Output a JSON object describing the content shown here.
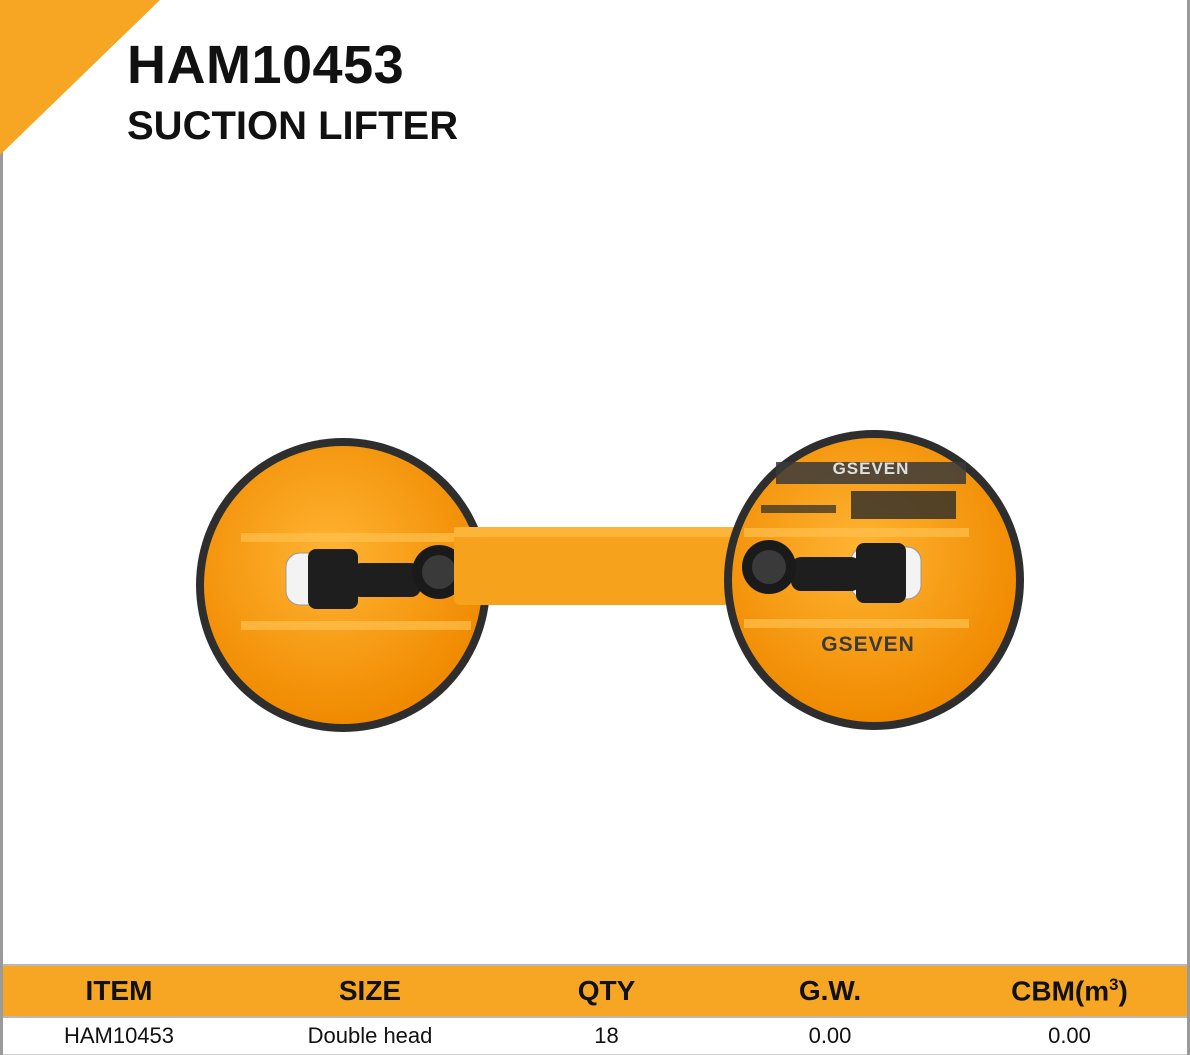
{
  "header": {
    "product_code": "HAM10453",
    "product_name": "SUCTION LIFTER"
  },
  "image": {
    "brand_label": "GSEVEN",
    "description_icon": "double-suction-cup-lifter-photo",
    "accent_color": "#f6a623",
    "body_color": "#f39c12",
    "rim_color": "#333333"
  },
  "table": {
    "headers": {
      "item": "ITEM",
      "size": "SIZE",
      "qty": "QTY",
      "gw": "G.W.",
      "cbm": "CBM(m",
      "cbm_sup": "3",
      "cbm_close": ")"
    },
    "row": {
      "item": "HAM10453",
      "size": "Double head",
      "qty": "18",
      "gw": "0.00",
      "cbm": "0.00"
    },
    "header_color": "#f6a623"
  }
}
